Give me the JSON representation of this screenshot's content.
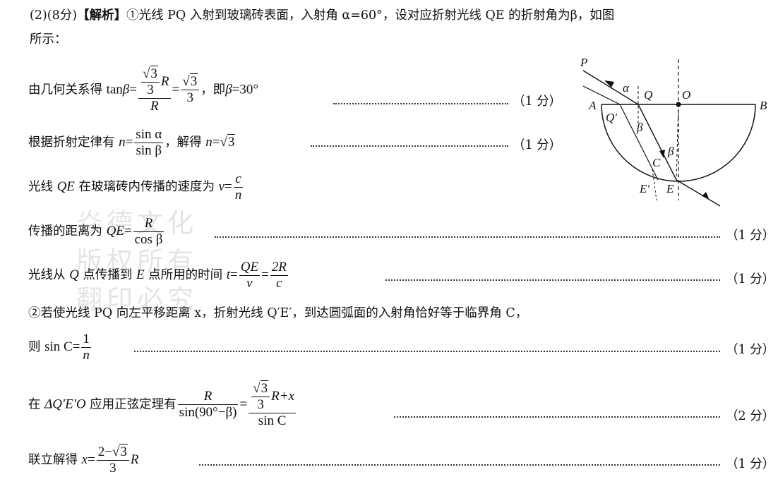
{
  "intro": {
    "head": "(2)(8分)",
    "tag": "【解析】",
    "circled1": "①",
    "line1": "光线 PQ 入射到玻璃砖表面，入射角 α=60°，设对应折射光线 QE 的折射角为β，如图",
    "line2": "所示："
  },
  "step1": {
    "prefix": "由几何关系得",
    "tan": "tan",
    "beta": "β",
    "eq": "=",
    "R": "R",
    "three": "3",
    "root3": "3",
    "mid": "，即",
    "result": "=30°",
    "score": "（1 分）"
  },
  "step2": {
    "prefix": "根据折射定律有",
    "n": "n",
    "eq": "=",
    "sin_a": "sin α",
    "sin_b": "sin β",
    "mid": "，解得",
    "root3": "3",
    "score": "（1 分）"
  },
  "step3": {
    "prefix": "光线",
    "QE": "QE",
    "text": "在玻璃砖内传播的速度为",
    "v": "v",
    "eq": "=",
    "c": "c",
    "n": "n"
  },
  "step4": {
    "prefix": "传播的距离为",
    "QE": "QE",
    "eq": "=",
    "R": "R",
    "cos": "cos β",
    "score": "（1 分）"
  },
  "step5": {
    "prefix": "光线从",
    "Q": "Q",
    "mid1": "点传播到",
    "E": "E",
    "mid2": "点所用的时间",
    "t": "t",
    "eq": "=",
    "QE": "QE",
    "v": "v",
    "twoR": "2R",
    "c": "c",
    "score": "（1 分）"
  },
  "step6": {
    "circled": "②",
    "text": "若使光线 PQ 向左平移距离 x，折射光线 Q′E′，到达圆弧面的入射角恰好等于临界角 C，",
    "prefix": "则",
    "sinC": "sin C",
    "eq": "=",
    "one": "1",
    "n": "n",
    "score": "（1 分）"
  },
  "step7": {
    "prefix": "在",
    "tri": "ΔQ′E′O",
    "mid": "应用正弦定理有",
    "R": "R",
    "sin90": "sin(90°−β)",
    "eq": "=",
    "three": "3",
    "root3": "3",
    "Rx": "R+x",
    "sinC": "sin C",
    "score": "（2 分）"
  },
  "step8": {
    "prefix": "联立解得",
    "x": "x",
    "eq": "=",
    "two": "2−",
    "root3": "3",
    "three": "3",
    "R": "R",
    "score": "（1 分）"
  },
  "watermark": {
    "line1": "焱德文化",
    "line2": "版权所有",
    "line3": "翻印必究"
  },
  "diagram": {
    "labels": {
      "P": "P",
      "alpha": "α",
      "Q": "Q",
      "O": "O",
      "A": "A",
      "B": "B",
      "Qp": "Q′",
      "beta1": "β",
      "beta2": "β",
      "C": "C",
      "Ep": "E′",
      "E": "E"
    }
  }
}
